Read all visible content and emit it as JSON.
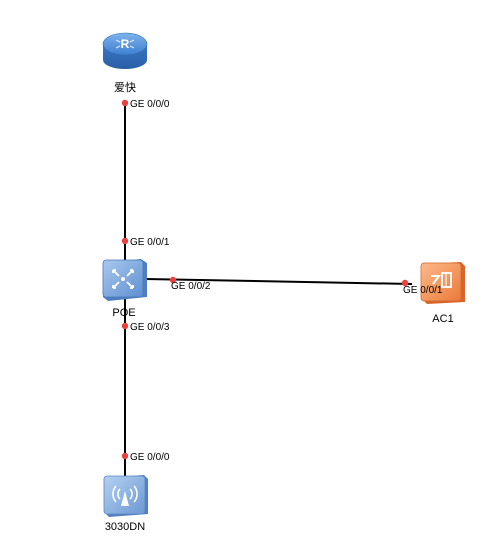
{
  "devices": {
    "router": {
      "label": "爱快",
      "icon": "router-icon"
    },
    "switch": {
      "label": "POE",
      "icon": "switch-icon"
    },
    "ac": {
      "label": "AC1",
      "icon": "access-controller-icon"
    },
    "ap": {
      "label": "3030DN",
      "icon": "wireless-ap-icon"
    }
  },
  "links": {
    "router_switch": {
      "a_port": "GE 0/0/0",
      "b_port": "GE 0/0/1"
    },
    "switch_ac": {
      "a_port": "GE 0/0/2",
      "b_port": "GE 0/0/1"
    },
    "switch_ap": {
      "a_port": "GE 0/0/3",
      "b_port": "GE 0/0/0"
    }
  },
  "colors": {
    "port_dot": "#e8423b",
    "link": "#000000",
    "router": "#3c7fd1",
    "switch": "#6f9fd6",
    "ac": "#f08a4b",
    "ap": "#6f9fd6"
  }
}
